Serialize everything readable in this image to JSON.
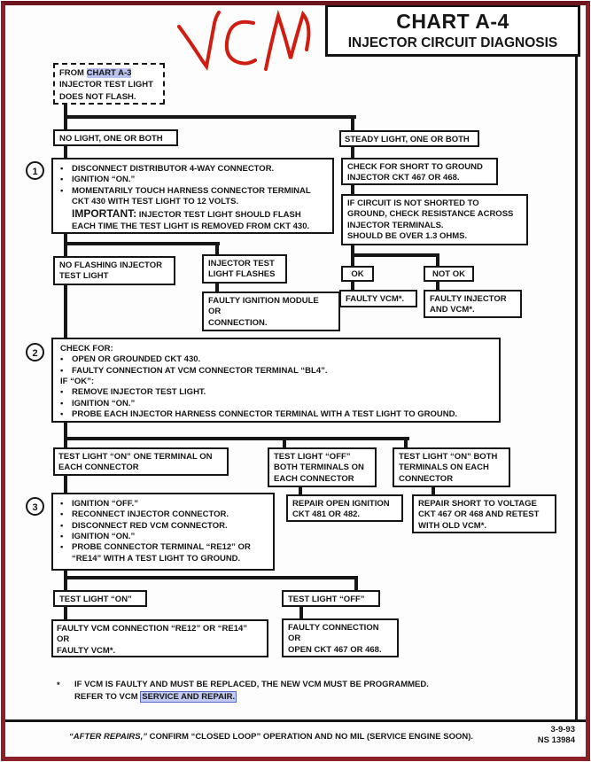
{
  "page": {
    "border_color": "#8b2026",
    "link_highlight_color": "#b9c3ee",
    "title": {
      "line1": "CHART A-4",
      "line2": "INJECTOR CIRCUIT DIAGNOSIS"
    },
    "annotation": {
      "text": "VCM",
      "color": "#cf1d12"
    },
    "footnote": {
      "marker": "*",
      "line1": "IF VCM IS FAULTY AND MUST BE REPLACED, THE NEW VCM MUST BE PROGRAMMED.",
      "line2_prefix": "REFER TO VCM ",
      "line2_link": "SERVICE AND REPAIR."
    },
    "footer": {
      "after_repairs": "“AFTER REPAIRS,”",
      "rest": " CONFIRM “CLOSED LOOP” OPERATION AND NO MIL (SERVICE ENGINE SOON).",
      "date": "3-9-93",
      "doc_number": "NS 13984"
    }
  },
  "start_box": {
    "prefix": "FROM ",
    "link": "CHART A-3",
    "line2": "INJECTOR TEST LIGHT",
    "line3": "DOES NOT FLASH."
  },
  "branches": {
    "no_light": "NO LIGHT, ONE OR BOTH",
    "steady_light": "STEADY LIGHT, ONE OR BOTH"
  },
  "step1": {
    "number": "1",
    "bullets": [
      "DISCONNECT DISTRIBUTOR 4-WAY CONNECTOR.",
      "IGNITION “ON.”",
      "MOMENTARILY TOUCH HARNESS CONNECTOR TERMINAL CKT 430 WITH TEST LIGHT TO 12 VOLTS."
    ],
    "important_label": "IMPORTANT:",
    "important_text": " INJECTOR TEST LIGHT SHOULD FLASH EACH TIME THE TEST LIGHT IS REMOVED FROM CKT 430."
  },
  "right_branch": {
    "check_short": {
      "line1": "CHECK FOR SHORT TO GROUND",
      "line2": "INJECTOR CKT 467 OR 468."
    },
    "resistance": {
      "line1": "IF CIRCUIT IS NOT SHORTED TO",
      "line2": "GROUND, CHECK RESISTANCE ACROSS",
      "line3": "INJECTOR TERMINALS.",
      "line4": "SHOULD BE OVER 1.3 OHMS."
    },
    "ok": "OK",
    "not_ok": "NOT OK",
    "faulty_vcm": "FAULTY VCM*.",
    "faulty_injector": {
      "line1": "FAULTY INJECTOR",
      "line2": "AND VCM*."
    }
  },
  "mid": {
    "no_flashing": {
      "line1": "NO FLASHING INJECTOR",
      "line2": "TEST LIGHT"
    },
    "flashes": {
      "line1": "INJECTOR TEST",
      "line2": "LIGHT FLASHES"
    },
    "faulty_ignition": {
      "line1": "FAULTY IGNITION MODULE",
      "line2": "OR",
      "line3": "CONNECTION."
    }
  },
  "step2": {
    "number": "2",
    "heading1": "CHECK FOR:",
    "bullets1": [
      "OPEN OR GROUNDED CKT 430.",
      "FAULTY CONNECTION AT VCM CONNECTOR TERMINAL “BL4”."
    ],
    "heading2": "IF “OK”:",
    "bullets2": [
      "REMOVE INJECTOR TEST LIGHT.",
      "IGNITION “ON.”",
      "PROBE EACH INJECTOR HARNESS CONNECTOR TERMINAL WITH A TEST LIGHT TO GROUND."
    ]
  },
  "results_row": {
    "on_one": {
      "line1": "TEST LIGHT “ON” ONE TERMINAL ON",
      "line2": "EACH CONNECTOR"
    },
    "off_both": {
      "line1": "TEST LIGHT “OFF”",
      "line2": "BOTH TERMINALS ON",
      "line3": "EACH CONNECTOR"
    },
    "on_both": {
      "line1": "TEST LIGHT “ON” BOTH",
      "line2": "TERMINALS ON EACH",
      "line3": "CONNECTOR"
    },
    "repair_open": {
      "line1": "REPAIR OPEN IGNITION",
      "line2": "CKT 481 OR 482."
    },
    "repair_short": {
      "line1": "REPAIR SHORT TO  VOLTAGE",
      "line2": "CKT 467 OR 468 AND RETEST",
      "line3": "WITH OLD VCM*."
    }
  },
  "step3": {
    "number": "3",
    "bullets": [
      "IGNITION “OFF.”",
      "RECONNECT INJECTOR CONNECTOR.",
      "DISCONNECT RED VCM CONNECTOR.",
      "IGNITION “ON.”",
      "PROBE CONNECTOR TERMINAL “RE12” OR “RE14” WITH A TEST LIGHT TO GROUND."
    ]
  },
  "final_row": {
    "tl_on": "TEST LIGHT “ON”",
    "tl_off": "TEST LIGHT “OFF”",
    "faulty_vcm_conn": {
      "line1": "FAULTY VCM CONNECTION “RE12” OR “RE14”",
      "line2": "OR",
      "line3": "FAULTY VCM*."
    },
    "faulty_conn": {
      "line1": "FAULTY CONNECTION",
      "line2": "OR",
      "line3": "OPEN CKT 467 OR 468."
    }
  }
}
